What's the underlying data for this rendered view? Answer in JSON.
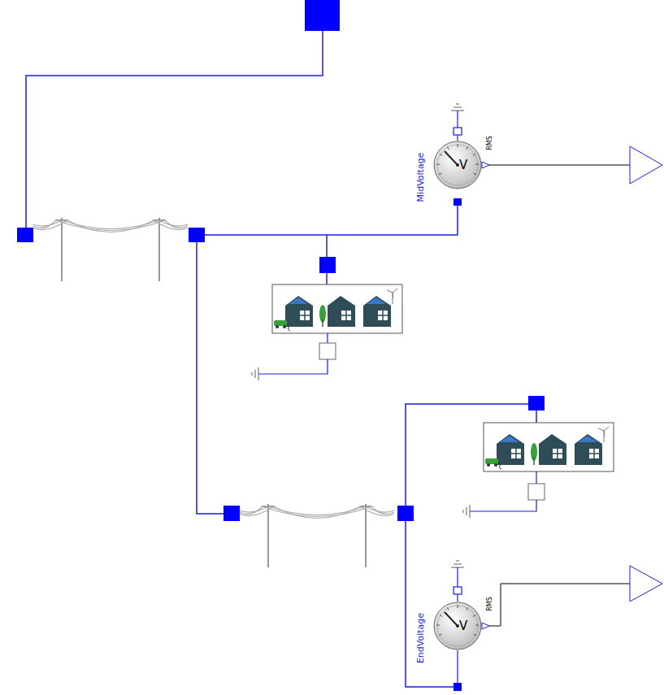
{
  "diagram": {
    "nodes": [
      {
        "text": [
          "MidVoltage",
          "V",
          "RMS"
        ]
      },
      {
        "text": [
          "EndVoltage",
          "V",
          "RMS"
        ]
      }
    ]
  }
}
